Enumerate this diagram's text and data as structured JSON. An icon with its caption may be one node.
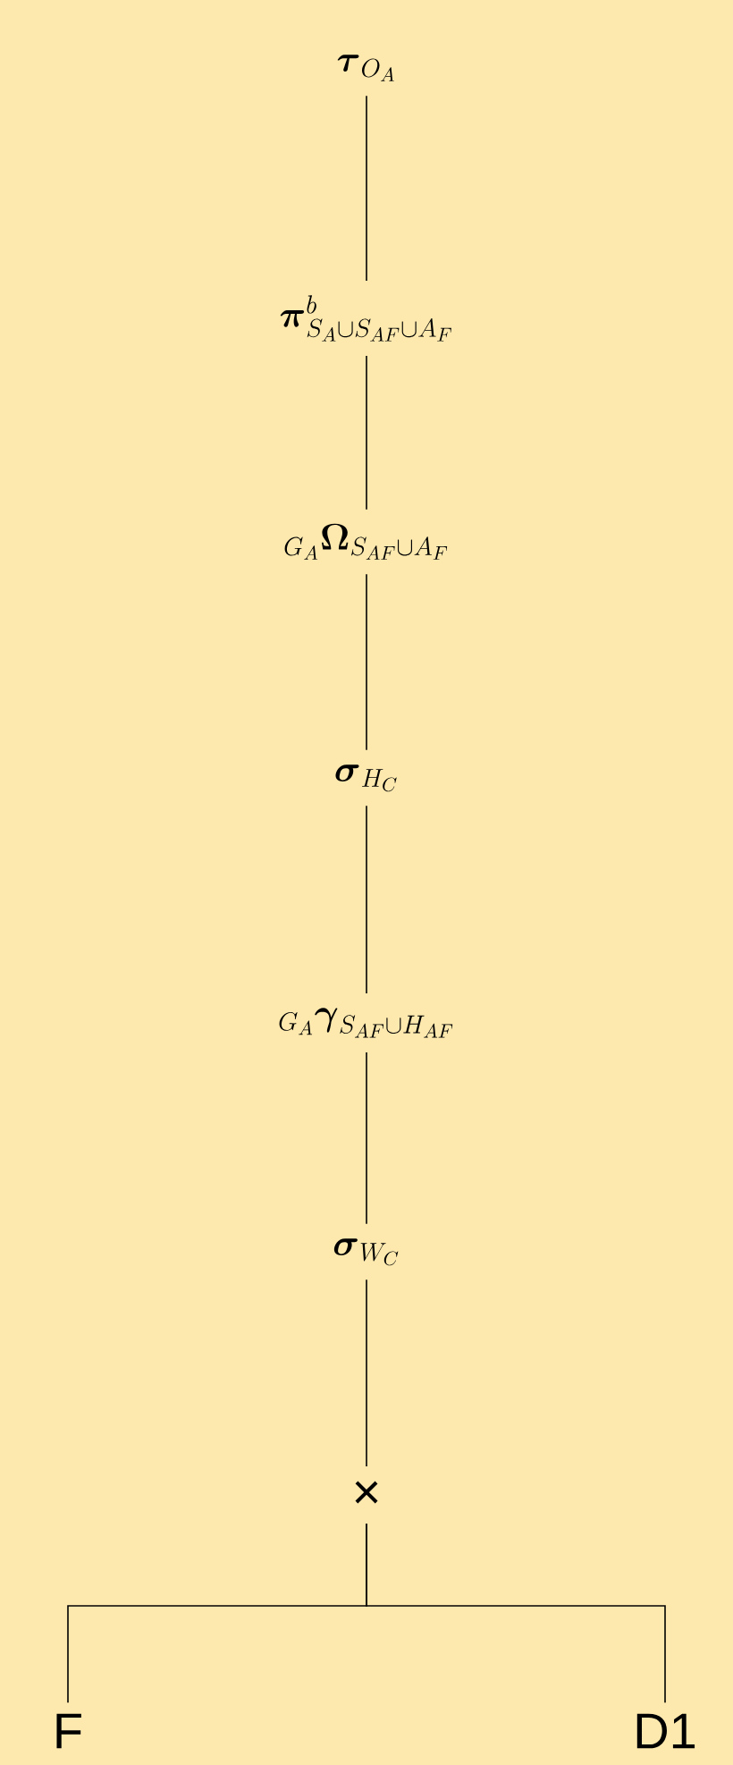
{
  "diagram": {
    "nodes": [
      {
        "text": [
          "\\boldsymbol{\\tau}_{O_A}"
        ]
      },
      {
        "text": [
          "\\boldsymbol{\\pi}^{b}_{S_A\\cup S_{AF}\\cup A_F}"
        ]
      },
      {
        "text": [
          "{}_{G_A}\\boldsymbol{\\Omega}_{S_{AF}\\cup A_F}"
        ]
      },
      {
        "text": [
          "\\boldsymbol{\\sigma}_{H_C}"
        ]
      },
      {
        "text": [
          "{}_{G_A}\\boldsymbol{\\gamma}_{S_{AF}\\cup H_{AF}}"
        ]
      },
      {
        "text": [
          "\\boldsymbol{\\sigma}_{W_C}"
        ]
      },
      {
        "text": [
          "×"
        ]
      },
      {
        "text": [
          "F"
        ]
      },
      {
        "text": [
          "D1"
        ]
      }
    ],
    "edges": [
      {
        "from": 0,
        "to": 1,
        "arrow": "none"
      },
      {
        "from": 1,
        "to": 2,
        "arrow": "none"
      },
      {
        "from": 2,
        "to": 3,
        "arrow": "none"
      },
      {
        "from": 3,
        "to": 4,
        "arrow": "none"
      },
      {
        "from": 4,
        "to": 5,
        "arrow": "none"
      },
      {
        "from": 5,
        "to": 6,
        "arrow": "none"
      },
      {
        "from": 6,
        "to": 7,
        "arrow": "none"
      },
      {
        "from": 6,
        "to": 8,
        "arrow": "none"
      }
    ]
  }
}
